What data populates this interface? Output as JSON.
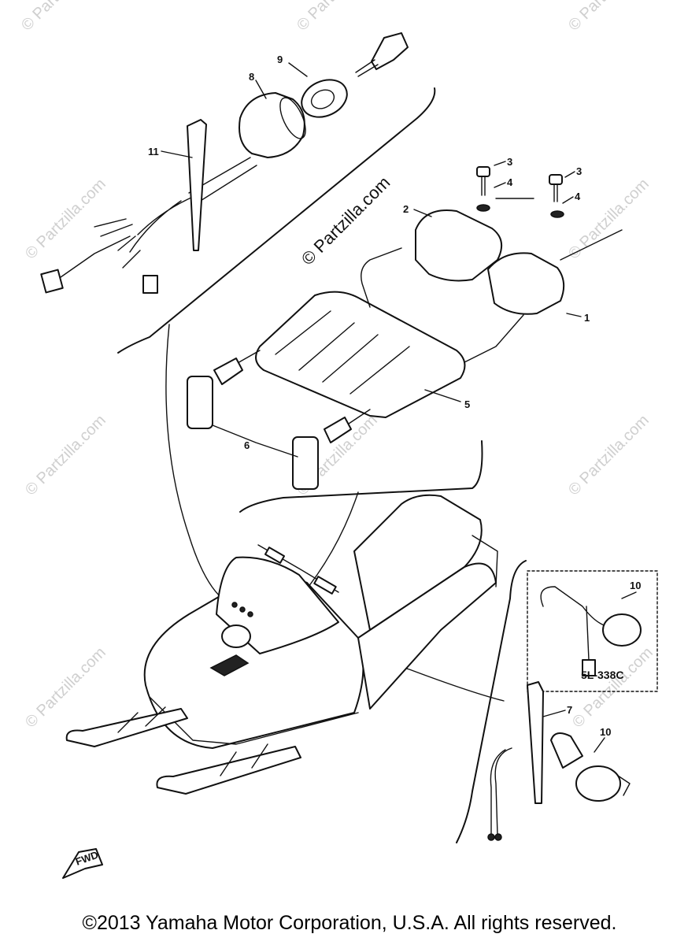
{
  "watermark": {
    "main": "© Partzilla.com",
    "tile": "© Partzilla.com"
  },
  "callouts": [
    "1",
    "2",
    "3",
    "3",
    "4",
    "4",
    "5",
    "6",
    "7",
    "8",
    "9",
    "10",
    "10",
    "11"
  ],
  "inset_label": "5L-338C",
  "direction_label": "FWD",
  "copyright": "©2013 Yamaha Motor Corporation, U.S.A. All rights reserved."
}
